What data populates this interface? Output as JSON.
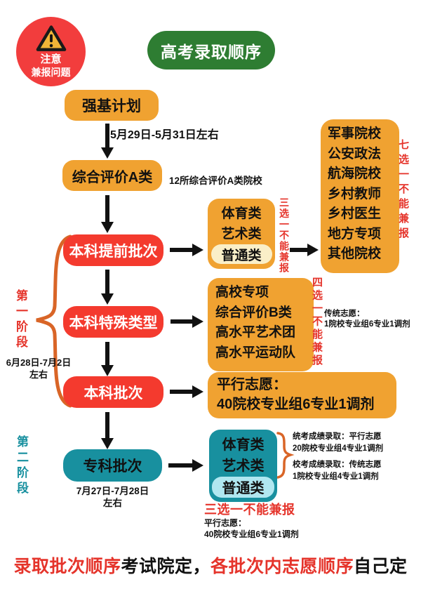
{
  "badge": {
    "icon": "warning-triangle-icon",
    "line1": "注意",
    "line2": "兼报问题"
  },
  "title": "高考录取顺序",
  "flow": {
    "qiangji": "强基计划",
    "qiangji_date": "5月29日-5月31日左右",
    "zhpjA": "综合评价A类",
    "zhpjA_note": "12所综合评价A类院校",
    "benke_tiqian": "本科提前批次",
    "benke_teshu": "本科特殊类型",
    "benke_pici": "本科批次",
    "zhuanke": "专科批次",
    "zhuanke_date1": "7月27日-7月28日",
    "zhuanke_date2": "左右"
  },
  "stage1": {
    "label": "第一阶段",
    "date1": "6月28日-7月2日",
    "date2": "左右"
  },
  "stage2": {
    "label": "第二阶段"
  },
  "sports1": {
    "items": [
      "体育类",
      "艺术类"
    ],
    "pill": "普通类",
    "note": "三选一不能兼报"
  },
  "seven": {
    "items": [
      "军事院校",
      "公安政法",
      "航海院校",
      "乡村教师",
      "乡村医生",
      "地方专项",
      "其他院校"
    ],
    "note": "七选一不能兼报"
  },
  "four": {
    "items": [
      "高校专项",
      "综合评价B类",
      "高水平艺术团",
      "高水平运动队"
    ],
    "note": "四选一不能兼报",
    "caption1": "传统志愿：",
    "caption2": "1院校专业组6专业1调剂"
  },
  "parallel": {
    "line1": "平行志愿：",
    "line2": "40院校专业组6专业1调剂"
  },
  "sports2": {
    "items": [
      "体育类",
      "艺术类"
    ],
    "pill": "普通类",
    "captions": [
      "统考成绩录取：平行志愿",
      "20院校专业组4专业1调剂",
      "校考成绩录取：传统志愿",
      "1院校专业组4专业1调剂"
    ],
    "note": "三选一不能兼报",
    "note2a": "平行志愿：",
    "note2b": "40院校专业组6专业1调剂"
  },
  "footer": {
    "seg1": "录取批次顺序",
    "seg2": "考试院定，",
    "seg3": "各批次内志愿顺序",
    "seg4": "自己定"
  },
  "colors": {
    "orange": "#F0A231",
    "red_box": "#F43A2E",
    "green": "#2E7D32",
    "teal": "#18909F",
    "cream_pill": "#FAEFC8",
    "cyan_pill": "#B0E7F0",
    "accent_red": "#E5342B",
    "brace": "#D96527"
  }
}
